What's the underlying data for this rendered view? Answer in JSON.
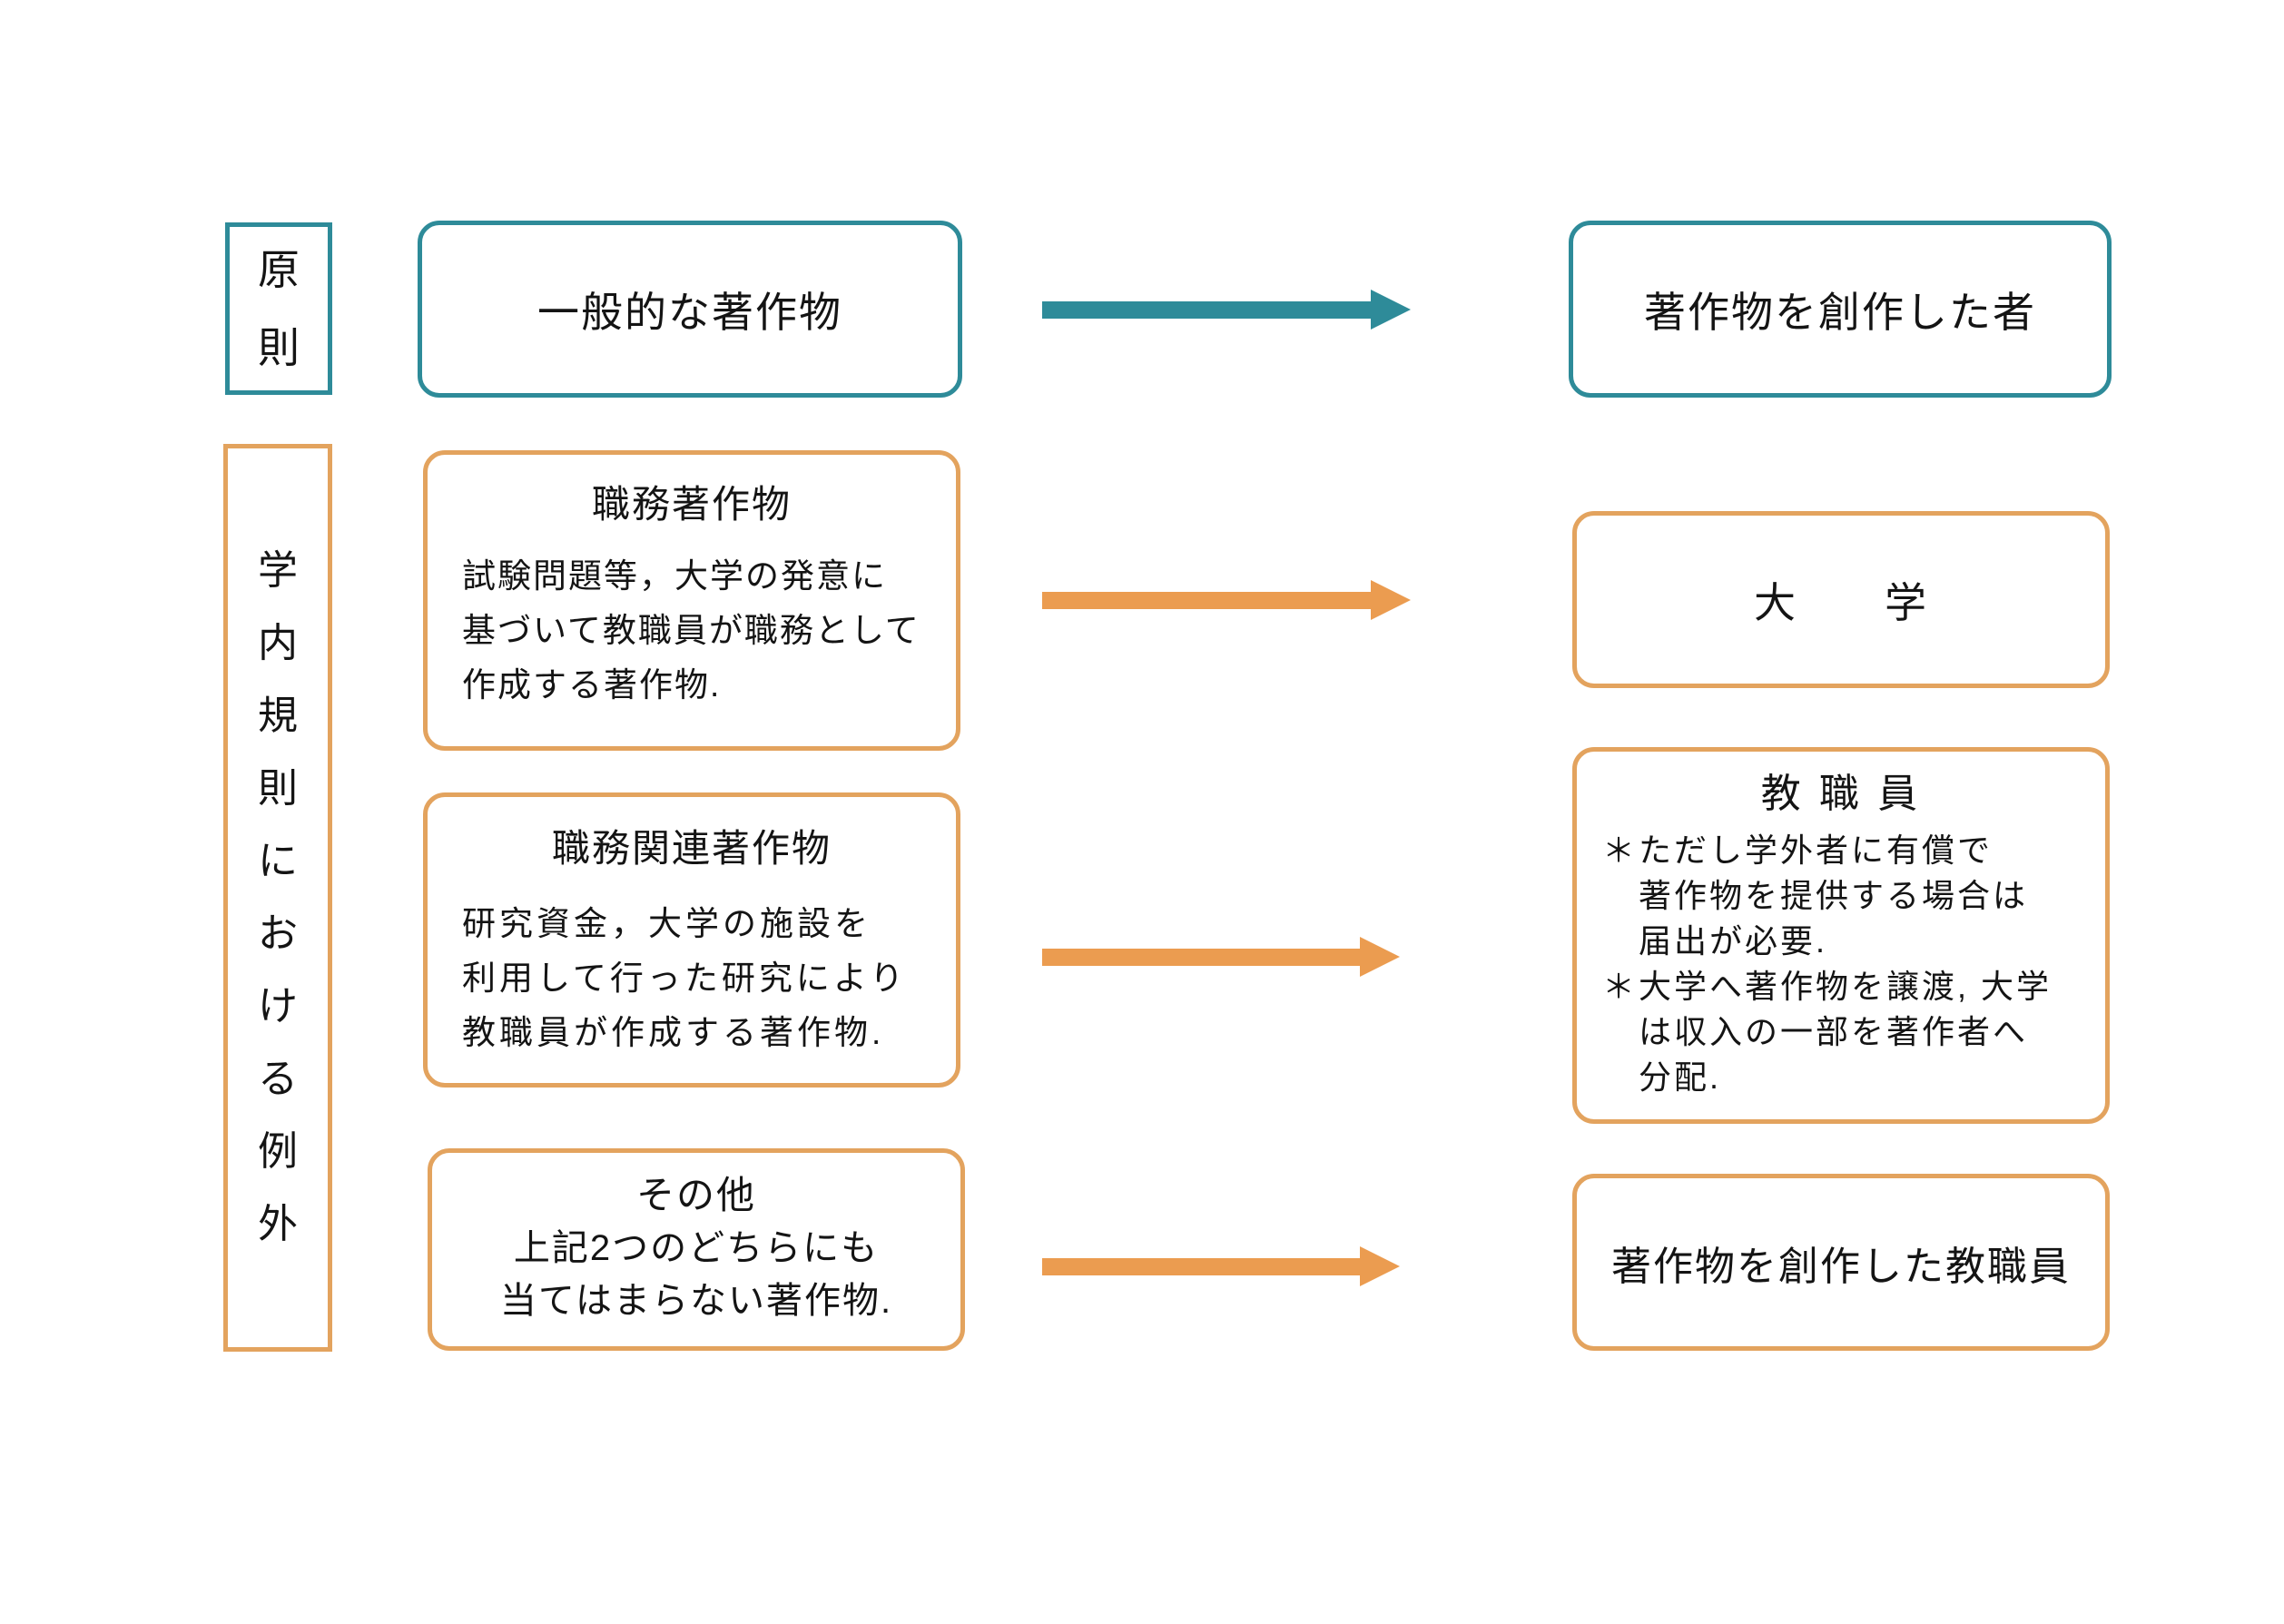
{
  "colors": {
    "teal": "#2E8B99",
    "orange_border": "#E3A35E",
    "orange_arrow": "#EB9C50",
    "text": "#141414",
    "background": "#FFFFFF"
  },
  "diagram": {
    "principle_row": {
      "row_label": "原則",
      "source": "一般的な著作物",
      "target": "著作物を創作した者"
    },
    "exception_label": "学内規則における例外",
    "exception_rows": [
      {
        "source_title": "職務著作物",
        "source_lines": [
          "試験問題等，大学の発意に",
          "基づいて教職員が職務として",
          "作成する著作物."
        ],
        "target_title": "大　　学"
      },
      {
        "source_title": "職務関連著作物",
        "source_lines": [
          "研究資金，大学の施設を",
          "利用して行った研究により",
          "教職員が作成する著作物."
        ],
        "target_title": "教 職 員",
        "target_notes": [
          {
            "marker": "＊",
            "lines": [
              "ただし学外者に有償で",
              "著作物を提供する場合は",
              "届出が必要."
            ]
          },
          {
            "marker": "＊",
            "lines": [
              "大学へ著作物を譲渡, 大学",
              "は収入の一部を著作者へ",
              "分配."
            ]
          }
        ]
      },
      {
        "source_title": "その他",
        "source_lines": [
          "上記2つのどちらにも",
          "当てはまらない著作物."
        ],
        "target_title": "著作物を創作した教職員"
      }
    ],
    "icons": {
      "arrow": "arrow-right-icon"
    }
  }
}
